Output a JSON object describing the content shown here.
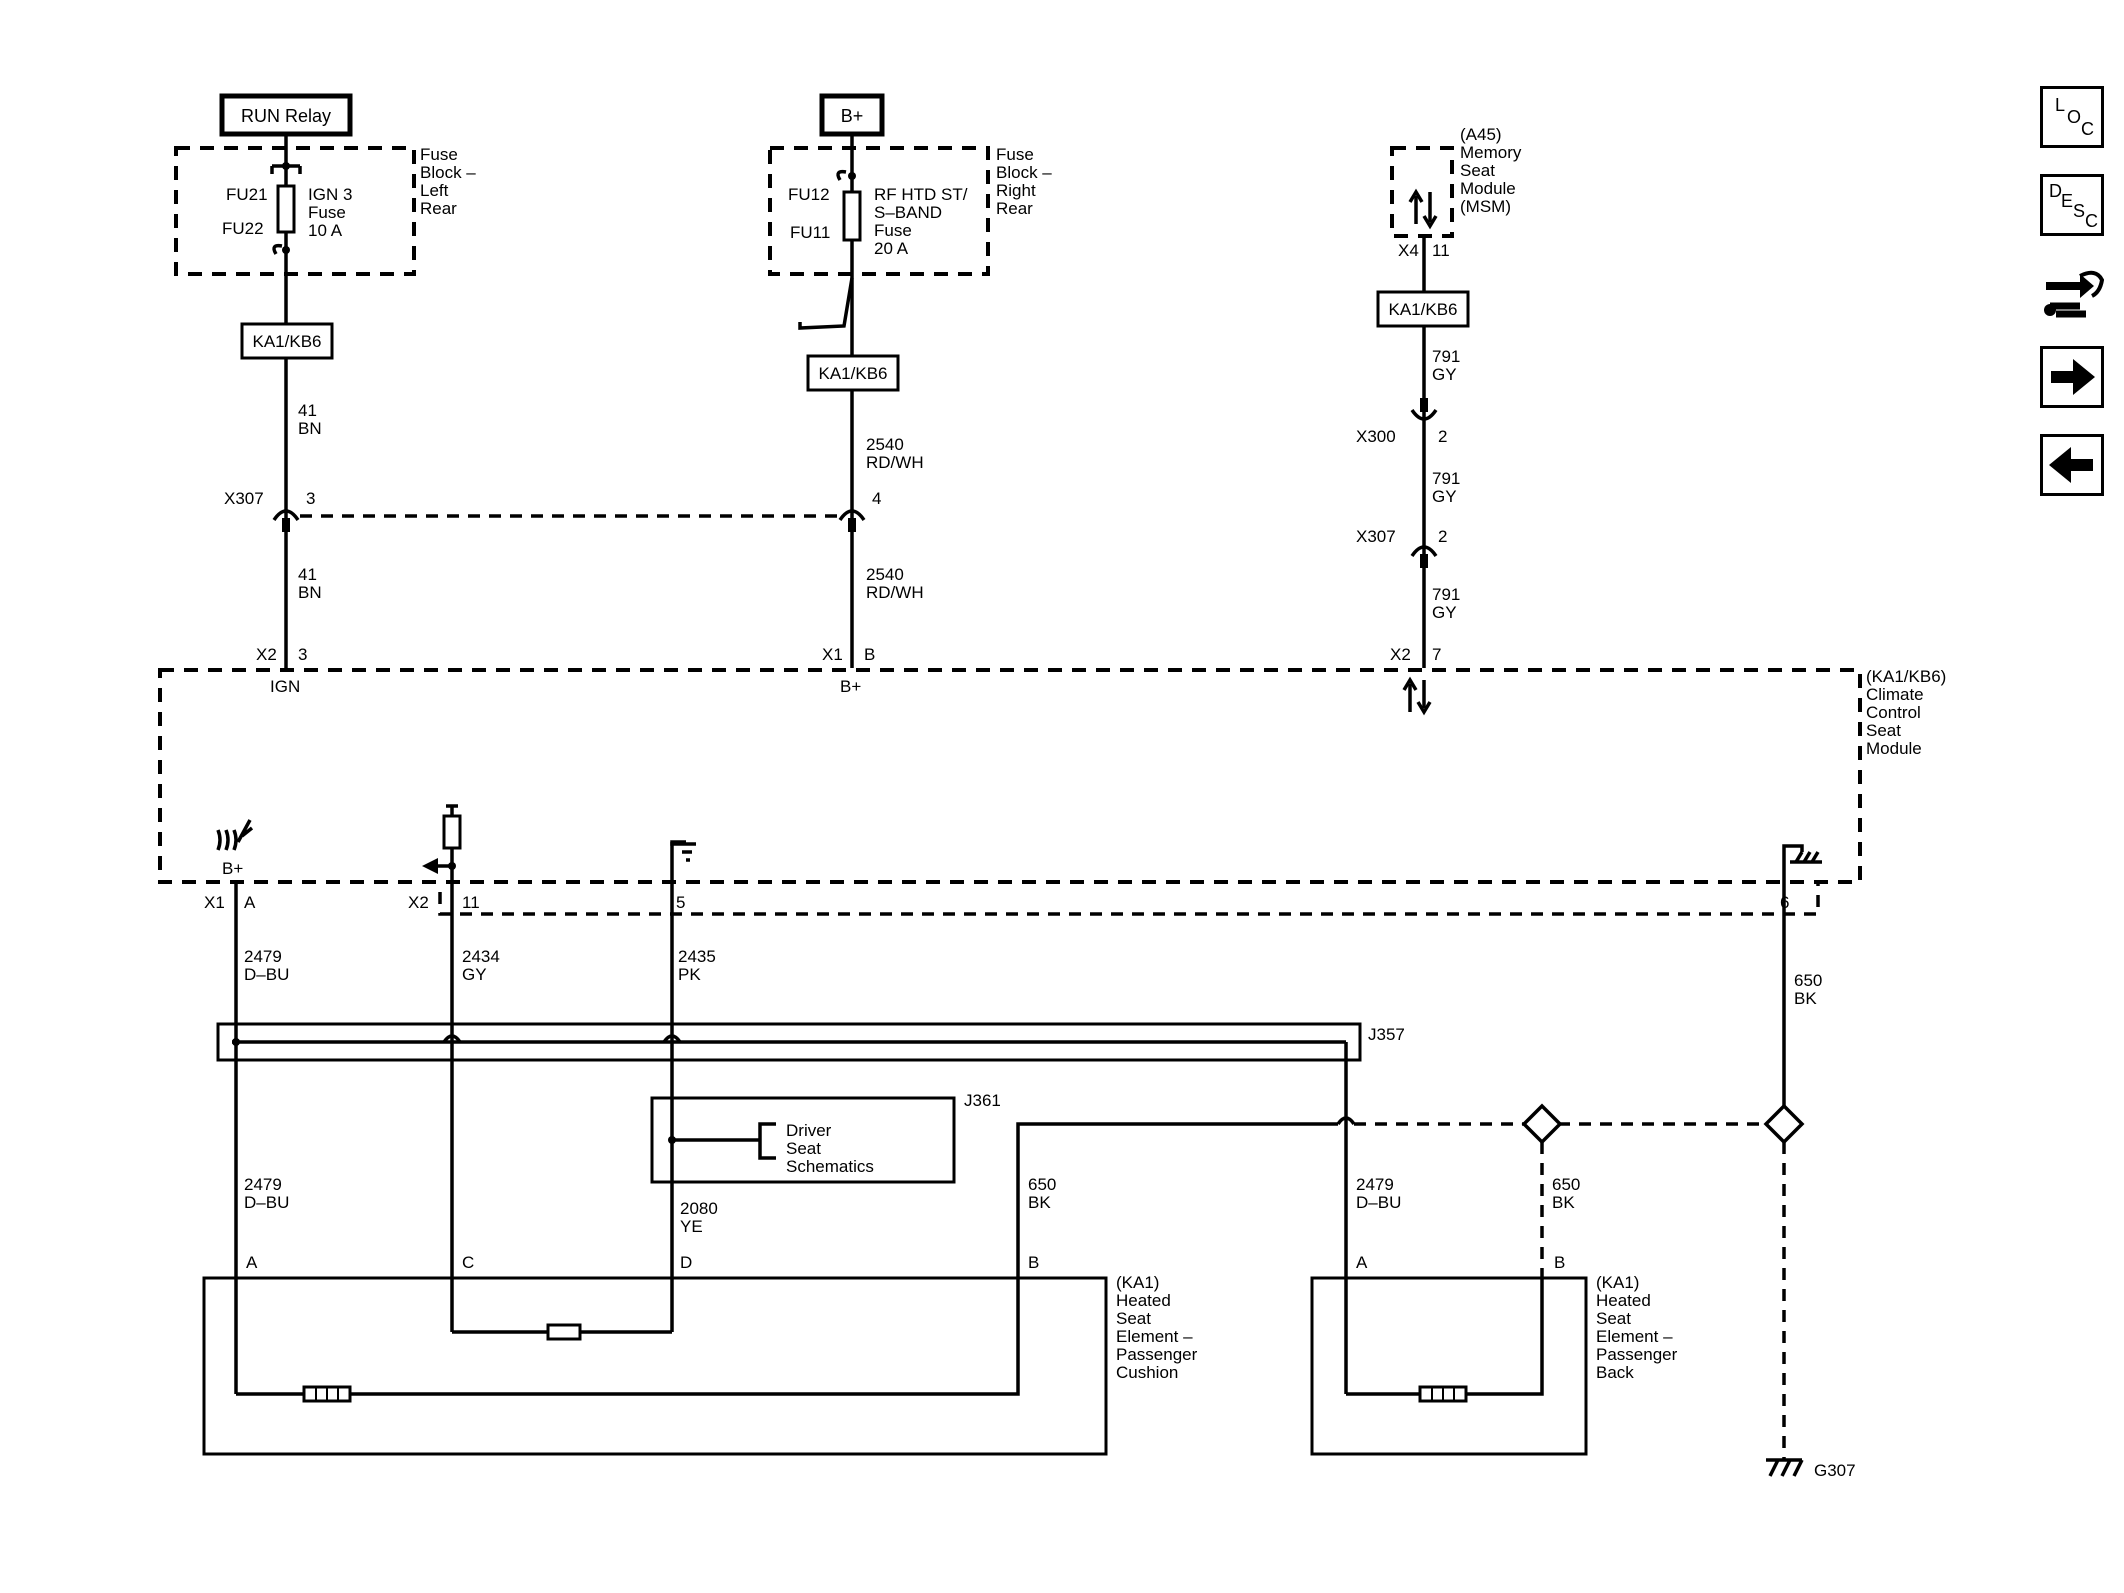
{
  "top": {
    "run_relay": "RUN Relay",
    "bplus": "B+"
  },
  "fuse_left": {
    "fu21": "FU21",
    "fu22": "FU22",
    "fuse_l1": "IGN 3",
    "fuse_l2": "Fuse",
    "fuse_l3": "10 A",
    "block_l1": "Fuse",
    "block_l2": "Block –",
    "block_l3": "Left",
    "block_l4": "Rear"
  },
  "fuse_right": {
    "fu12": "FU12",
    "fu11": "FU11",
    "fuse_l1": "RF HTD ST/",
    "fuse_l2": "S–BAND",
    "fuse_l3": "Fuse",
    "fuse_l4": "20 A",
    "block_l1": "Fuse",
    "block_l2": "Block –",
    "block_l3": "Right",
    "block_l4": "Rear"
  },
  "msm": {
    "l1": "(A45)",
    "l2": "Memory",
    "l3": "Seat",
    "l4": "Module",
    "l5": "(MSM)",
    "conn": "X4",
    "pin": "11"
  },
  "splice_label": "KA1/KB6",
  "wires": {
    "w41_num": "41",
    "w41_col": "BN",
    "w2540_num": "2540",
    "w2540_col": "RD/WH",
    "w791_num": "791",
    "w791_col": "GY",
    "w2479_num": "2479",
    "w2479_col": "D–BU",
    "w2434_num": "2434",
    "w2434_col": "GY",
    "w2435_num": "2435",
    "w2435_col": "PK",
    "w650_num": "650",
    "w650_col": "BK",
    "w2080_num": "2080",
    "w2080_col": "YE"
  },
  "connectors": {
    "x307": "X307",
    "x300": "X300",
    "x1": "X1",
    "x2": "X2",
    "p3": "3",
    "p4": "4",
    "p2": "2",
    "p7": "7",
    "pB": "B",
    "pA": "A",
    "p11": "11",
    "p5": "5",
    "p6": "6",
    "pC": "C",
    "pD": "D"
  },
  "module": {
    "ign": "IGN",
    "bplus": "B+",
    "l1": "(KA1/KB6)",
    "l2": "Climate",
    "l3": "Control",
    "l4": "Seat",
    "l5": "Module"
  },
  "junctions": {
    "j357": "J357",
    "j361": "J361",
    "g307": "G307"
  },
  "driver_seat": {
    "l1": "Driver",
    "l2": "Seat",
    "l3": "Schematics"
  },
  "cushion": {
    "l1": "(KA1)",
    "l2": "Heated",
    "l3": "Seat",
    "l4": "Element –",
    "l5": "Passenger",
    "l6": "Cushion"
  },
  "back": {
    "l1": "(KA1)",
    "l2": "Heated",
    "l3": "Seat",
    "l4": "Element –",
    "l5": "Passenger",
    "l6": "Back"
  },
  "nav": {
    "loc_l": "L",
    "loc_o": "O",
    "loc_c": "C",
    "desc_d": "D",
    "desc_e": "E",
    "desc_s": "S",
    "desc_c": "C"
  }
}
